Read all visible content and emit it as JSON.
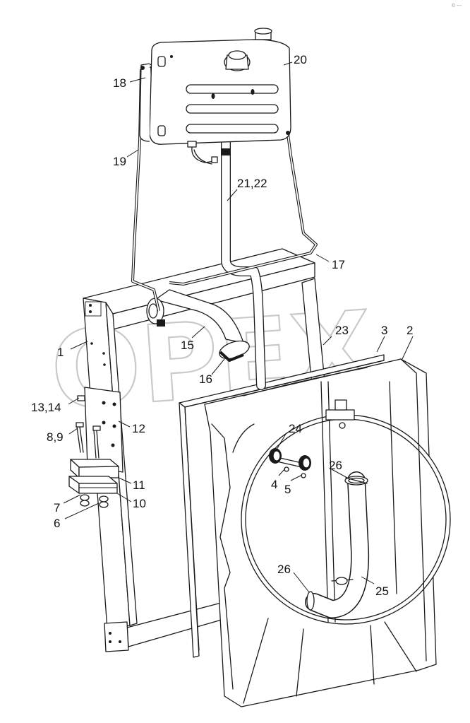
{
  "watermark": "OPEX",
  "corner_mark": "© ---",
  "callouts": [
    {
      "id": "c20",
      "text": "20"
    },
    {
      "id": "c18",
      "text": "18"
    },
    {
      "id": "c19",
      "text": "19"
    },
    {
      "id": "c2122",
      "text": "21,22"
    },
    {
      "id": "c17",
      "text": "17"
    },
    {
      "id": "c23",
      "text": "23"
    },
    {
      "id": "c3",
      "text": "3"
    },
    {
      "id": "c2",
      "text": "2"
    },
    {
      "id": "c1",
      "text": "1"
    },
    {
      "id": "c15",
      "text": "15"
    },
    {
      "id": "c16",
      "text": "16"
    },
    {
      "id": "c1314",
      "text": "13,14"
    },
    {
      "id": "c12",
      "text": "12"
    },
    {
      "id": "c89",
      "text": "8,9"
    },
    {
      "id": "c24",
      "text": "24"
    },
    {
      "id": "c26a",
      "text": "26"
    },
    {
      "id": "c4",
      "text": "4"
    },
    {
      "id": "c5",
      "text": "5"
    },
    {
      "id": "c11",
      "text": "11"
    },
    {
      "id": "c10",
      "text": "10"
    },
    {
      "id": "c7",
      "text": "7"
    },
    {
      "id": "c6",
      "text": "6"
    },
    {
      "id": "c26b",
      "text": "26"
    },
    {
      "id": "c25",
      "text": "25"
    }
  ]
}
